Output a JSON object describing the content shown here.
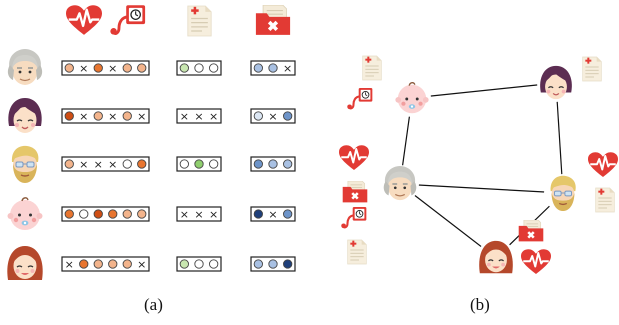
{
  "panel_a": {
    "caption": "(a)",
    "column_icons": [
      "heart-rate-icon",
      "blood-pressure-monitor-icon",
      "medical-record-icon",
      "medical-folder-icon"
    ],
    "patients": [
      {
        "avatar": "grandpa-avatar-icon",
        "group1": [
          "orange-light",
          "x",
          "orange",
          "x",
          "orange-light",
          "orange-light"
        ],
        "group2": [
          "green-light",
          "empty",
          "empty"
        ],
        "group3": [
          "blue-light",
          "blue-light",
          "x"
        ]
      },
      {
        "avatar": "woman-purple-hair-avatar-icon",
        "group1": [
          "orange-dark",
          "x",
          "orange-light",
          "x",
          "orange-light",
          "x"
        ],
        "group2": [
          "x",
          "x",
          "x"
        ],
        "group3": [
          "blue-pale",
          "x",
          "blue-mid"
        ]
      },
      {
        "avatar": "bearded-man-avatar-icon",
        "group1": [
          "orange-light",
          "x",
          "x",
          "x",
          "empty",
          "orange"
        ],
        "group2": [
          "empty",
          "green",
          "empty"
        ],
        "group3": [
          "blue-mid",
          "blue-light",
          "blue-light"
        ]
      },
      {
        "avatar": "baby-avatar-icon",
        "group1": [
          "orange",
          "empty",
          "orange-dark",
          "orange",
          "orange-light",
          "orange-light"
        ],
        "group2": [
          "x",
          "x",
          "x"
        ],
        "group3": [
          "blue-navy",
          "x",
          "blue-mid"
        ]
      },
      {
        "avatar": "red-hair-woman-avatar-icon",
        "group1": [
          "x",
          "orange",
          "orange-light",
          "orange-light",
          "orange-light",
          "x"
        ],
        "group2": [
          "green-light",
          "empty",
          "empty"
        ],
        "group3": [
          "blue-light",
          "blue-light",
          "blue-navy"
        ]
      }
    ],
    "palette": {
      "orange-light": "#f3b48c",
      "orange": "#e8752f",
      "orange-dark": "#cf4e14",
      "green-light": "#c8e6b0",
      "green": "#8fce6e",
      "blue-pale": "#dbe6f3",
      "blue-light": "#a9c1e3",
      "blue-mid": "#6d94c9",
      "blue-navy": "#1f3f7a",
      "empty": "#ffffff"
    }
  },
  "panel_b": {
    "caption": "(b)",
    "nodes": [
      {
        "id": "baby",
        "avatar": "baby-avatar-icon",
        "icons": [
          "medical-record-icon",
          "blood-pressure-monitor-icon"
        ]
      },
      {
        "id": "woman-purple",
        "avatar": "woman-purple-hair-avatar-icon",
        "icons": [
          "medical-record-icon"
        ]
      },
      {
        "id": "grandpa",
        "avatar": "grandpa-avatar-icon",
        "icons": [
          "heart-rate-icon",
          "medical-folder-icon",
          "blood-pressure-monitor-icon",
          "medical-record-icon"
        ]
      },
      {
        "id": "bearded",
        "avatar": "bearded-man-avatar-icon",
        "icons": [
          "heart-rate-icon",
          "medical-record-icon"
        ]
      },
      {
        "id": "red-hair",
        "avatar": "red-hair-woman-avatar-icon",
        "icons": [
          "medical-folder-icon",
          "heart-rate-icon"
        ]
      }
    ],
    "edges": [
      [
        "baby",
        "woman-purple"
      ],
      [
        "baby",
        "grandpa"
      ],
      [
        "woman-purple",
        "bearded"
      ],
      [
        "grandpa",
        "bearded"
      ],
      [
        "grandpa",
        "red-hair"
      ],
      [
        "red-hair",
        "bearded"
      ]
    ]
  }
}
